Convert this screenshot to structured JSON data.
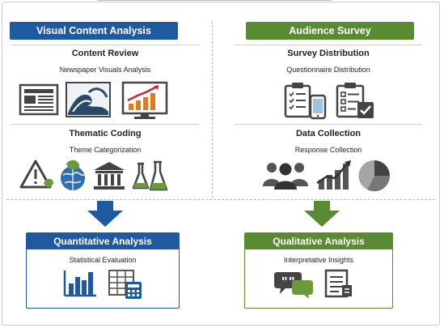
{
  "left_column": {
    "header": "Visual Content Analysis",
    "section1": {
      "title": "Content Review",
      "subtitle": "Newspaper Visuals Analysis"
    },
    "section2": {
      "title": "Thematic Coding",
      "subtitle": "Theme Categorization"
    }
  },
  "right_column": {
    "header": "Audience Survey",
    "section1": {
      "title": "Survey Distribution",
      "subtitle": "Questionnaire Distribution"
    },
    "section2": {
      "title": "Data Collection",
      "subtitle": "Response Collection"
    }
  },
  "outputs": {
    "left": {
      "title": "Quantitative Analysis",
      "subtitle": "Statistical Evaluation"
    },
    "right": {
      "title": "Qualitative Analysis",
      "subtitle": "Interpretative Insights"
    }
  },
  "colors": {
    "blue": "#1f5aa0",
    "green": "#5a8a32",
    "icon_gray": "#444444",
    "accent_orange": "#e07a1f"
  },
  "icons": {
    "content_review": [
      "newspaper-icon",
      "wave-image-icon",
      "rising-chart-monitor-icon"
    ],
    "thematic_coding": [
      "warning-leaf-icon",
      "globe-leaf-icon",
      "institution-icon",
      "lab-flasks-icon"
    ],
    "survey_distribution": [
      "clipboard-phone-icon",
      "checklist-clipboard-icon"
    ],
    "data_collection": [
      "people-group-icon",
      "bar-growth-icon",
      "pie-chart-icon"
    ],
    "quantitative": [
      "bar-chart-icon",
      "spreadsheet-calculator-icon"
    ],
    "qualitative": [
      "speech-bubbles-icon",
      "document-icon"
    ]
  }
}
